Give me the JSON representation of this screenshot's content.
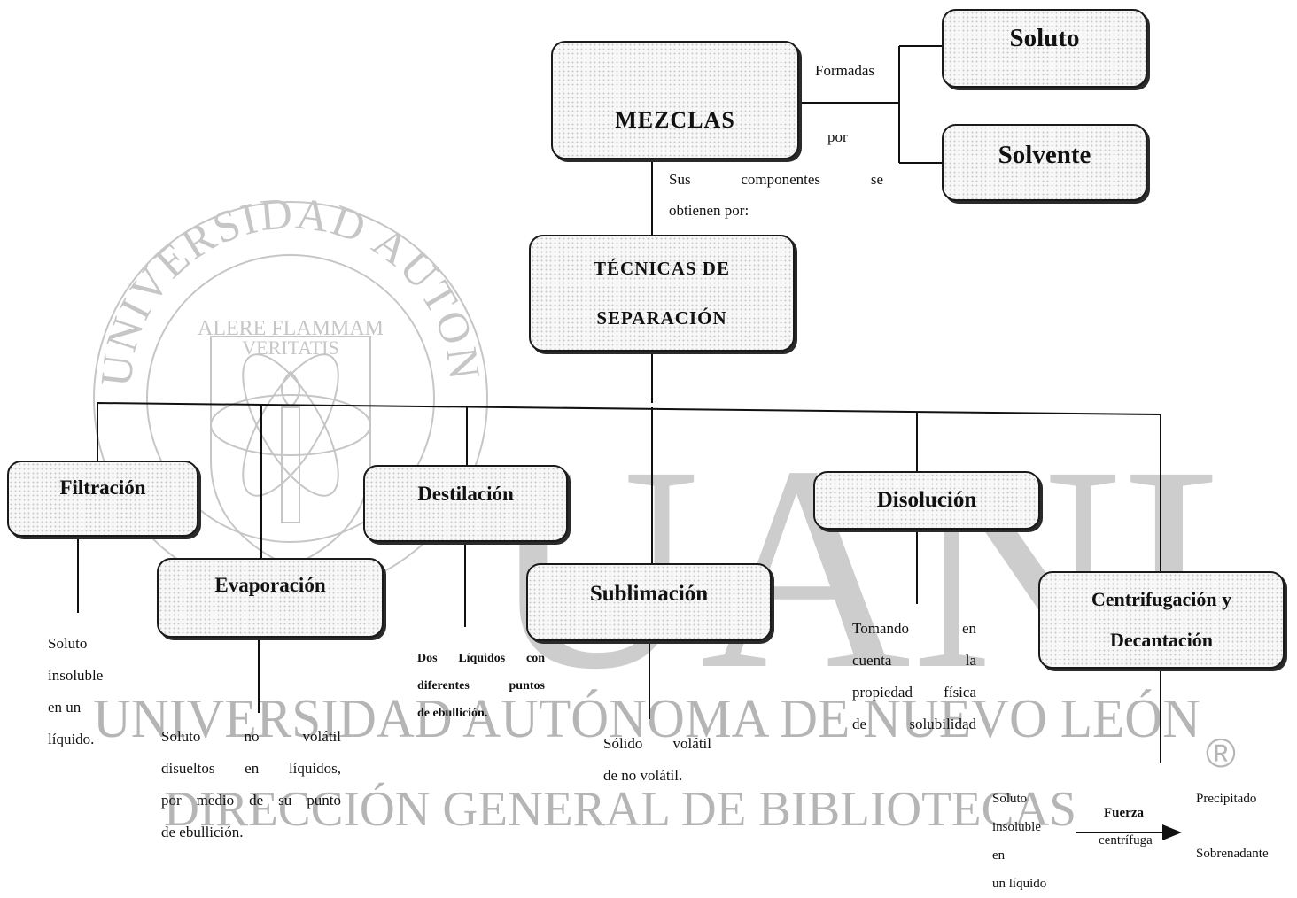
{
  "watermark": {
    "seal_ring_text": "UNIVERSIDAD AUTONOMA DE NUEVO LEON",
    "seal_motto": [
      "ALERE FLAMMAM",
      "VERITATIS"
    ],
    "logo_letters": "UANL",
    "registered_mark": "®",
    "line1": "UNIVERSIDAD AUTÓNOMA DE NUEVO LEÓN",
    "line2": "DIRECCIÓN GENERAL DE BIBLIOTECAS"
  },
  "root": {
    "title": "MEZCLAS",
    "formed_by_label_1": "Formadas",
    "formed_by_label_2": "por",
    "children": [
      "Soluto",
      "Solvente"
    ],
    "obtained_label": [
      "Sus componentes se",
      "obtienen por:"
    ]
  },
  "techniques_title": [
    "TÉCNICAS DE",
    "SEPARACIÓN"
  ],
  "techniques": [
    {
      "name": "Filtración",
      "description": [
        "Soluto",
        "insoluble",
        "en un",
        "líquido."
      ]
    },
    {
      "name": "Evaporación",
      "description": [
        "Soluto no volátil",
        "disueltos en líquidos,",
        "por medio de su punto",
        "de ebullición."
      ]
    },
    {
      "name": "Destilación",
      "description": [
        "Dos Líquidos con",
        "diferentes puntos",
        "de ebullición."
      ]
    },
    {
      "name": "Sublimación",
      "description": [
        "Sólido volátil",
        "de no volátil."
      ]
    },
    {
      "name": "Disolución",
      "description": [
        "Tomando en",
        "cuenta la",
        "propiedad física",
        "de solubilidad"
      ]
    },
    {
      "name": "Centrifugación y Decantación",
      "name_lines": [
        "Centrifugación y",
        "Decantación"
      ]
    }
  ],
  "centrifugation_process": {
    "input": [
      "Soluto",
      "insoluble",
      "en",
      "un líquido"
    ],
    "arrow_label": [
      "Fuerza",
      "centrífuga"
    ],
    "outputs": [
      "Precipitado",
      "Sobrenadante"
    ]
  }
}
